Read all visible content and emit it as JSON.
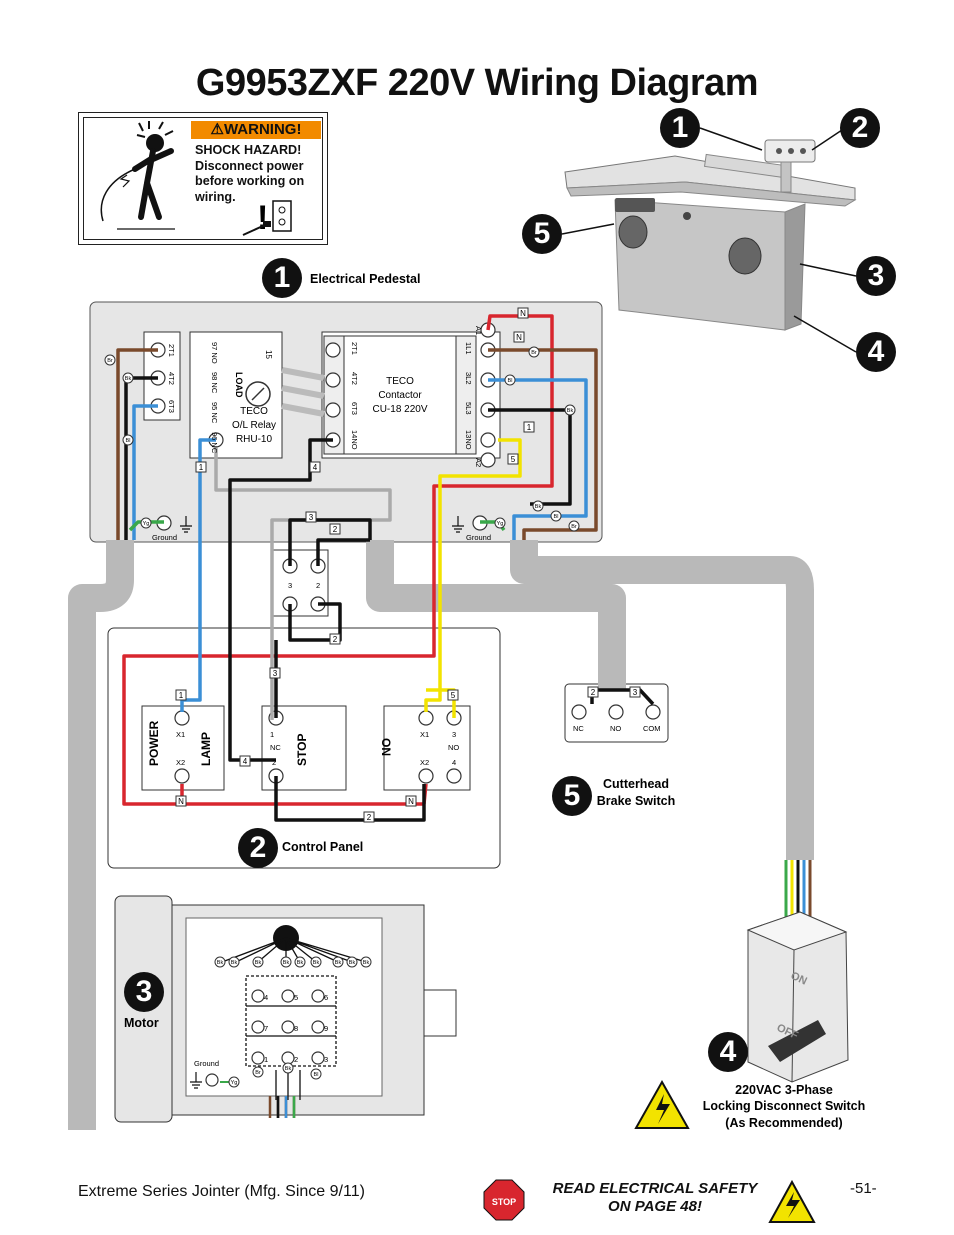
{
  "title": "G9953ZXF 220V Wiring Diagram",
  "warning": {
    "header": "WARNING!",
    "lines": [
      "SHOCK HAZARD!",
      "Disconnect power",
      "before working on",
      "wiring."
    ]
  },
  "callouts": [
    "1",
    "2",
    "3",
    "4",
    "5"
  ],
  "sections": {
    "pedestal": "Electrical Pedestal",
    "control_panel": "Control Panel",
    "motor": "Motor",
    "brake_switch": [
      "Cutterhead",
      "Brake Switch"
    ],
    "disconnect": [
      "220VAC 3-Phase",
      "Locking Disconnect Switch",
      "(As Recommended)"
    ]
  },
  "relay": {
    "lines": [
      "TECO",
      "O/L Relay",
      "RHU-10"
    ],
    "load": "LOAD",
    "left_terminals": [
      "2T1",
      "4T2",
      "6T3"
    ],
    "contacts": [
      "97 NO",
      "98 NC",
      "95 NC",
      "96 NC"
    ],
    "dial": "15"
  },
  "contactor": {
    "lines": [
      "TECO",
      "Contactor",
      "CU-18 220V"
    ],
    "left_terminals": [
      "2T1",
      "4T2",
      "6T3",
      "14NO"
    ],
    "right_terminals": [
      "1L1",
      "3L2",
      "5L3",
      "13NO"
    ],
    "coil": [
      "A1",
      "A2"
    ]
  },
  "ground_label": "Ground",
  "wire_tags": {
    "Br": "Br",
    "Bk": "Bk",
    "Bl": "Bl",
    "Yg": "Yg",
    "N": "N"
  },
  "numbers": [
    "1",
    "2",
    "3",
    "4",
    "5",
    "6",
    "7",
    "8",
    "9"
  ],
  "panel": {
    "power": "POWER",
    "lamp": "LAMP",
    "stop": "STOP",
    "on": "ON",
    "x1": "X1",
    "x2": "X2",
    "nc": "NC",
    "no": "NO"
  },
  "brake_terms": [
    "NC",
    "NO",
    "COM"
  ],
  "switch_labels": {
    "on": "ON",
    "off": "OFF"
  },
  "footer": {
    "left": "Extreme Series Jointer (Mfg. Since 9/11)",
    "safety": [
      "READ ELECTRICAL SAFETY",
      "ON PAGE 48!"
    ],
    "stop_sign": "STOP",
    "page": "-51-"
  },
  "colors": {
    "red": "#d8262e",
    "blue": "#3b8fd6",
    "brown": "#7a4a2c",
    "yellow": "#f2e300",
    "green": "#3aa84a",
    "conduit": "#b9b9b9",
    "panel_bg": "#e6e6e6",
    "warning_orange": "#f28a00"
  }
}
